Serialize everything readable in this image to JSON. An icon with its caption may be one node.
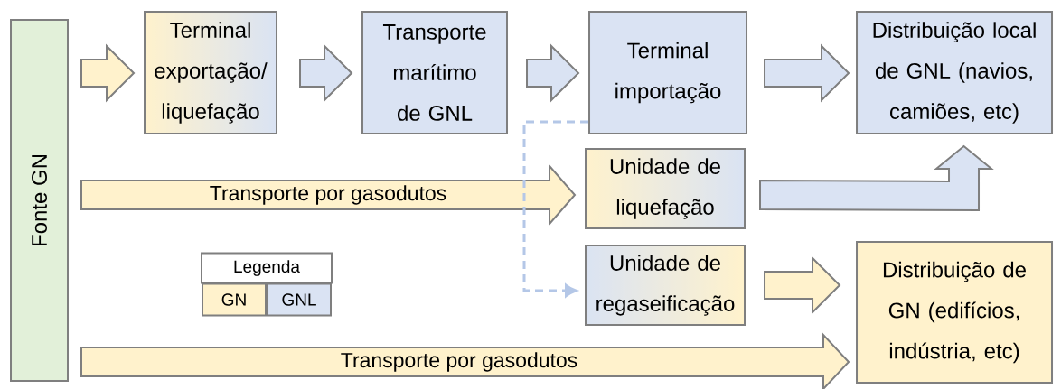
{
  "diagram": {
    "nodes": [
      {
        "text": [
          "Fonte GN"
        ]
      },
      {
        "text": [
          "Terminal exportação/ liquefação"
        ]
      },
      {
        "text": [
          "Transporte marítimo de GNL"
        ]
      },
      {
        "text": [
          "Terminal importação"
        ]
      },
      {
        "text": [
          "Distribuição local de GNL (navios, camiões, etc)"
        ]
      },
      {
        "text": [
          "Unidade de liquefação"
        ]
      },
      {
        "text": [
          "Unidade de regaseificação"
        ]
      },
      {
        "text": [
          "Distribuição de GN (edifícios, indústria, etc)"
        ]
      }
    ],
    "edges": [
      {
        "from": 0,
        "to": 1,
        "arrow": "to",
        "color": "#fff2cc"
      },
      {
        "from": 1,
        "to": 2,
        "arrow": "to",
        "color": "#dae3f3"
      },
      {
        "from": 2,
        "to": 3,
        "arrow": "to",
        "color": "#dae3f3"
      },
      {
        "from": 3,
        "to": 4,
        "arrow": "to",
        "color": "#dae3f3"
      },
      {
        "from": 0,
        "to": 5,
        "arrow": "to",
        "label": "Transporte por gasodutos",
        "color": "#fff2cc"
      },
      {
        "from": 5,
        "to": 4,
        "arrow": "to",
        "color": "#dae3f3"
      },
      {
        "from": 3,
        "to": 6,
        "arrow": "to",
        "style": "dashed",
        "color": "#b4c7e7"
      },
      {
        "from": 6,
        "to": 7,
        "arrow": "to",
        "color": "#fff2cc"
      },
      {
        "from": 0,
        "to": 7,
        "arrow": "to",
        "label": "Transporte por gasodutos",
        "color": "#fff2cc"
      }
    ],
    "labels": [
      "Legenda"
    ],
    "legend": [
      {
        "text": "GN",
        "color": "#fff2cc"
      },
      {
        "text": "GNL",
        "color": "#dae3f3"
      }
    ]
  }
}
